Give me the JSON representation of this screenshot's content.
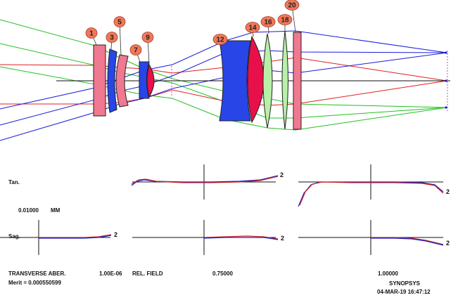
{
  "surface_tags": [
    "1",
    "3",
    "5",
    "7",
    "9",
    "12",
    "14",
    "16",
    "18",
    "20"
  ],
  "colors": {
    "ray_blue": "#1a1adc",
    "ray_red": "#e02020",
    "ray_green": "#22c022",
    "lens_blue": "#2845e8",
    "lens_red": "#e8104a",
    "lens_pink": "#f07890",
    "lens_green": "#b8f0a8",
    "tag_fill": "#f07858",
    "curve_red": "#cc2222",
    "curve_blue": "#2020c8"
  },
  "plot": {
    "tan_label": "Tan.",
    "sag_label": "Sag.",
    "scale_value": "0.01000",
    "scale_unit": "MM",
    "curve_label": "2"
  },
  "footer": {
    "title": "TRANSVERSE ABER.",
    "merit": "Merit = 0.000550599",
    "wavelength": "1.00E-06",
    "field_label": "REL. FIELD",
    "field_mid": "0.75000",
    "field_full": "1.00000",
    "brand": "SYNOPSYS",
    "timestamp": "04-MAR-19  16:47:12"
  }
}
